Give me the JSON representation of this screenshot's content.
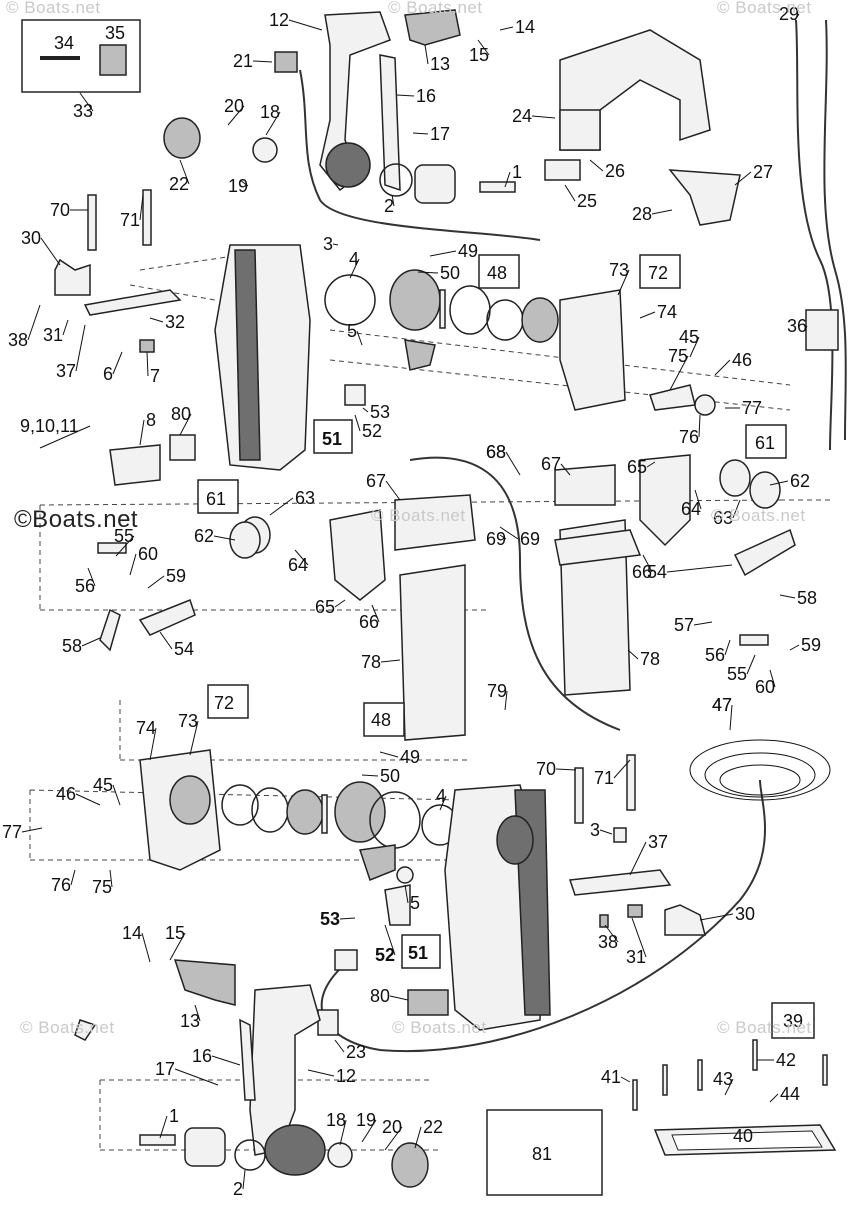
{
  "watermark": "© Boats.net",
  "watermark_marked": "©Boats.net",
  "callouts": [
    "1",
    "2",
    "3",
    "4",
    "5",
    "6",
    "7",
    "8",
    "9,10,11",
    "12",
    "13",
    "14",
    "15",
    "16",
    "17",
    "18",
    "19",
    "20",
    "21",
    "22",
    "23",
    "24",
    "25",
    "26",
    "27",
    "28",
    "29",
    "30",
    "31",
    "32",
    "33",
    "34",
    "35",
    "36",
    "37",
    "38",
    "39",
    "40",
    "41",
    "42",
    "43",
    "44",
    "45",
    "46",
    "47",
    "48",
    "49",
    "50",
    "51",
    "52",
    "53",
    "54",
    "55",
    "56",
    "57",
    "58",
    "59",
    "60",
    "61",
    "62",
    "63",
    "64",
    "65",
    "66",
    "67",
    "68",
    "69",
    "70",
    "71",
    "72",
    "73",
    "74",
    "75",
    "76",
    "77",
    "78",
    "79",
    "80",
    "81"
  ],
  "boxed_refs": [
    "48",
    "72",
    "51",
    "61",
    "39",
    "81"
  ]
}
